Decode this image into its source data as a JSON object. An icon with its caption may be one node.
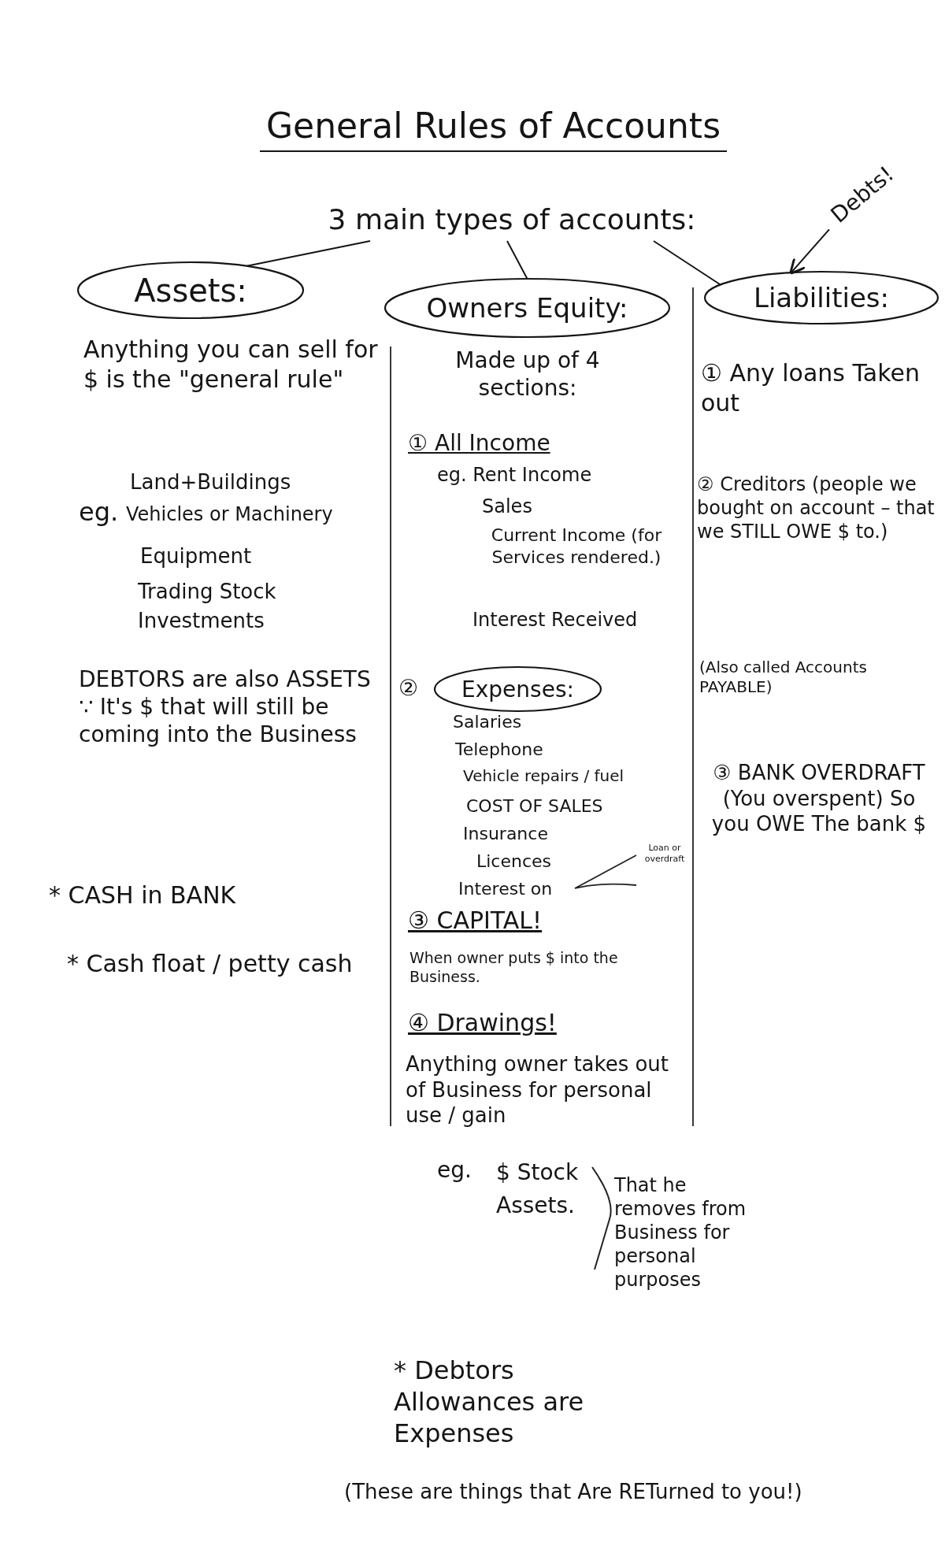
{
  "diagram": {
    "title": "General Rules of Accounts",
    "nodes": [
      {
        "text": [
          "3 main types of accounts:"
        ]
      },
      {
        "text": [
          "Assets:"
        ]
      },
      {
        "text": [
          "Owners Equity:"
        ]
      },
      {
        "text": [
          "Liabilities:"
        ]
      },
      {
        "text": [
          "Debts!"
        ]
      },
      {
        "text": [
          "Expenses:"
        ],
        "beside": [
          "②"
        ]
      }
    ],
    "edges": [
      {
        "from": 0,
        "to": 1,
        "arrow": "none"
      },
      {
        "from": 0,
        "to": 2,
        "arrow": "none"
      },
      {
        "from": 0,
        "to": 3,
        "arrow": "none"
      },
      {
        "from": 4,
        "to": 3,
        "arrow": "to"
      }
    ],
    "labels": [
      "Anything you can sell for $ is the \"general rule\"",
      "eg.",
      "Land+Buildings",
      "Vehicles or Machinery",
      "Equipment",
      "Trading Stock",
      "Investments",
      "DEBTORS are also ASSETS ∵ It's $ that will still be coming into the Business",
      "* CASH in BANK",
      "* Cash float / petty cash",
      "Made up of 4 sections:",
      "① All Income",
      "eg. Rent Income",
      "Sales",
      "Current Income (for Services rendered.)",
      "Interest Received",
      "Salaries",
      "Telephone",
      "Vehicle repairs / fuel",
      "COST OF SALES",
      "Insurance",
      "Licences",
      "Interest on",
      "Loan or overdraft",
      "③ CAPITAL!",
      "When owner puts $ into the Business.",
      "④ Drawings!",
      "Anything owner takes out of Business for personal use / gain",
      "eg.",
      "$ Stock Assets.",
      "That he removes from Business for personal purposes",
      "① Any loans Taken out",
      "② Creditors (people we bought on account – that we STILL OWE $ to.)",
      "(Also called Accounts PAYABLE)",
      "③ BANK OVERDRAFT (You overspent) So you OWE The bank $",
      "* Debtors Allowances are Expenses",
      "(These are things that Are RETurned to you!)"
    ]
  }
}
